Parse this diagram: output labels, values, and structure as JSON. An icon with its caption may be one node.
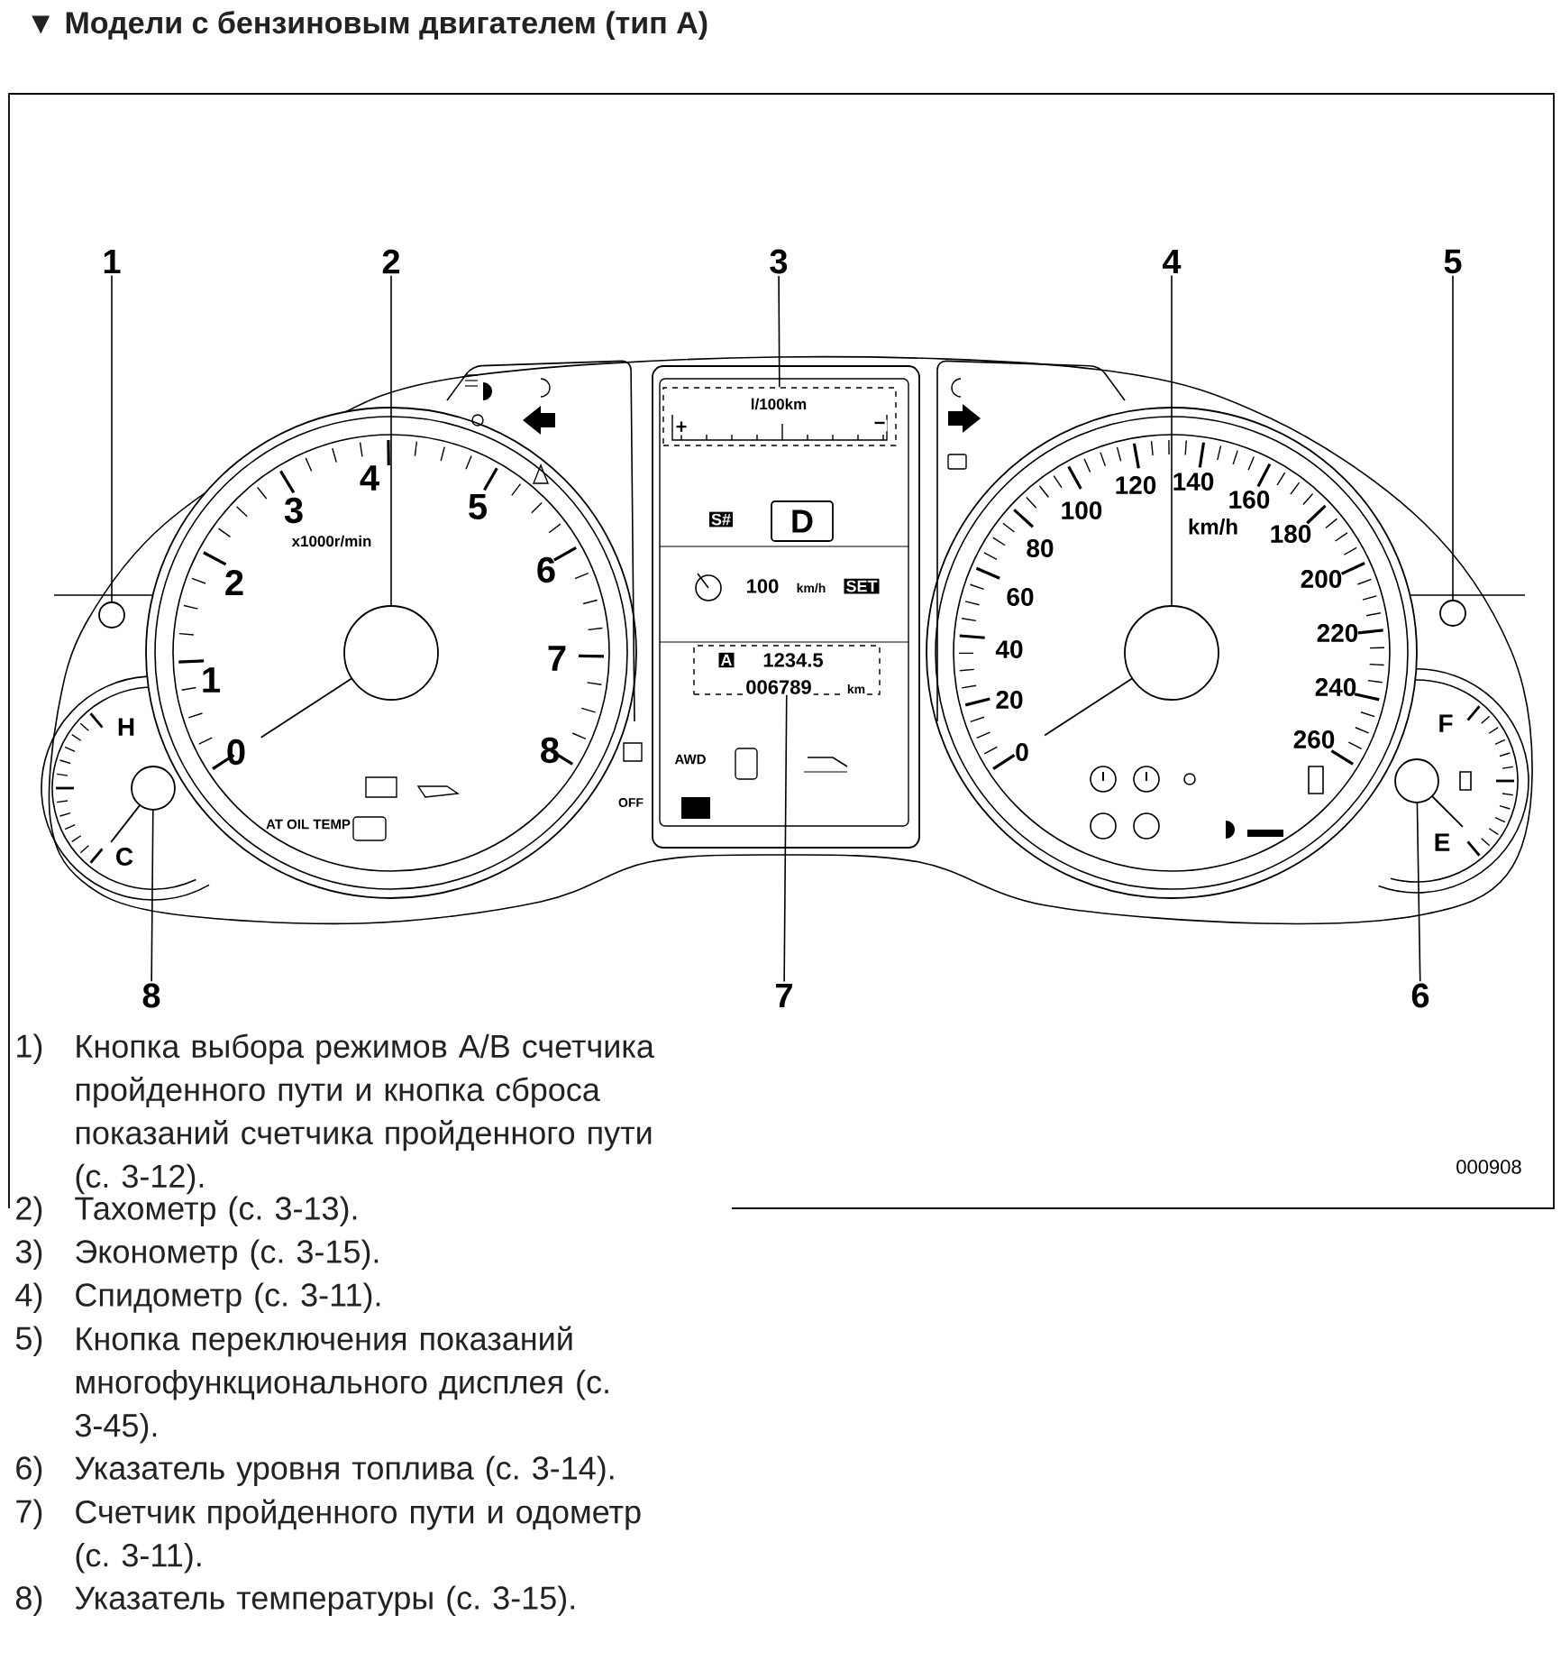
{
  "diagram": {
    "title": "▼ Модели с бензиновым двигателем (тип A)",
    "nodes": [
      {
        "text": [
          "1"
        ]
      },
      {
        "text": [
          "2"
        ]
      },
      {
        "text": [
          "3"
        ]
      },
      {
        "text": [
          "4"
        ]
      },
      {
        "text": [
          "5"
        ]
      },
      {
        "text": [
          "8"
        ]
      },
      {
        "text": [
          "7"
        ]
      },
      {
        "text": [
          "6"
        ]
      },
      {
        "text": [],
        "shape": "circle"
      },
      {
        "text": [],
        "shape": "circle"
      },
      {
        "text": [
          "l/100km",
          "+",
          "−"
        ]
      },
      {
        "text": [],
        "shape": "circle"
      },
      {
        "text": [],
        "shape": "circle"
      },
      {
        "text": [],
        "shape": "circle"
      },
      {
        "text": [
          "A",
          "1234.5",
          "006789",
          "km"
        ]
      },
      {
        "text": [],
        "shape": "circle"
      }
    ],
    "edges": [
      {
        "from": 0,
        "to": 8,
        "arrow": "none"
      },
      {
        "from": 1,
        "to": 9,
        "arrow": "none"
      },
      {
        "from": 2,
        "to": 10,
        "arrow": "none"
      },
      {
        "from": 3,
        "to": 11,
        "arrow": "none"
      },
      {
        "from": 4,
        "to": 12,
        "arrow": "none"
      },
      {
        "from": 5,
        "to": 13,
        "arrow": "none"
      },
      {
        "from": 6,
        "to": 14,
        "arrow": "none"
      },
      {
        "from": 7,
        "to": 15,
        "arrow": "none"
      }
    ],
    "labels": [
      "x1000r/min",
      "0",
      "1",
      "2",
      "3",
      "4",
      "5",
      "6",
      "7",
      "8",
      "H",
      "C",
      "AT OIL TEMP",
      "S#",
      "D",
      "100",
      "km/h",
      "SET",
      "AWD",
      "OFF",
      "km/h",
      "0",
      "20",
      "40",
      "60",
      "80",
      "100",
      "120",
      "140",
      "160",
      "180",
      "200",
      "220",
      "240",
      "260",
      "F",
      "E",
      "000908",
      "1)",
      "Кнопка выбора режимов A/B счетчика пройденного пути и кнопка сброса показаний счетчика пройденного пути (с. 3-12).",
      "2)",
      "Тахометр (с. 3-13).",
      "3)",
      "Эконометр (с. 3-15).",
      "4)",
      "Спидометр (с. 3-11).",
      "5)",
      "Кнопка переключения показаний многофункционального дисплея (с. 3-45).",
      "6)",
      "Указатель уровня топлива (с. 3-14).",
      "7)",
      "Счетчик пройденного пути и одометр (с. 3-11).",
      "8)",
      "Указатель температуры (с. 3-15)."
    ]
  }
}
